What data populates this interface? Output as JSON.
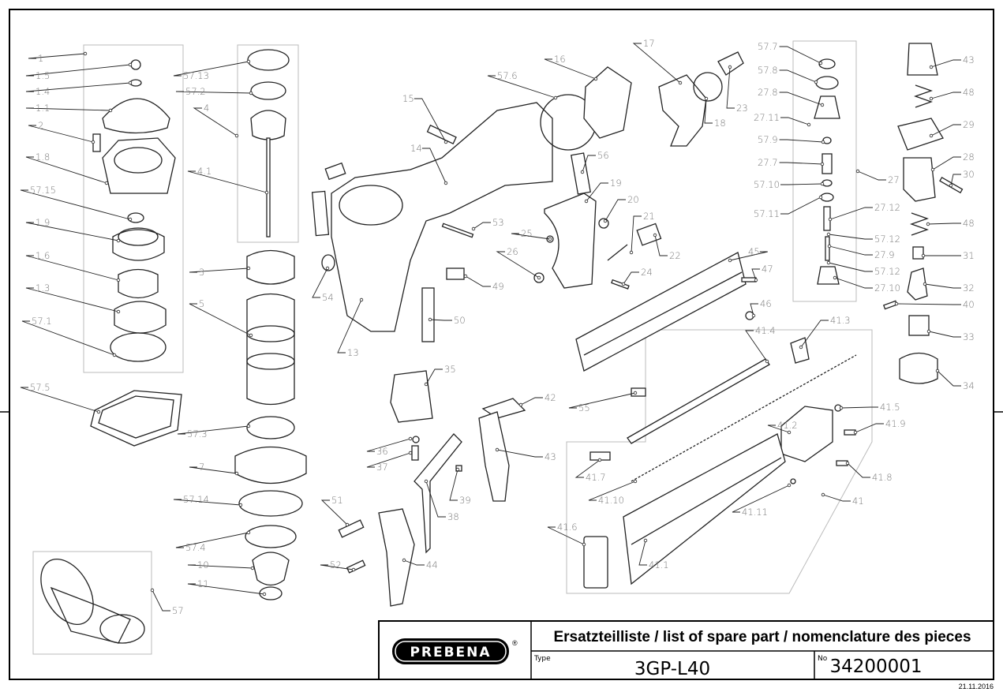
{
  "title_block": {
    "brand": "PREBENA",
    "registered_mark": "®",
    "heading": "Ersatzteilliste / list of spare part / nomenclature des pieces",
    "type_label": "Type",
    "type_value": "3GP-L40",
    "number_label": "No",
    "number_value": "34200001",
    "date": "21.11.2016"
  },
  "part_labels": [
    "1",
    "1.5",
    "1.4",
    "1.1",
    "2",
    "1.8",
    "57.15",
    "1.9",
    "1.6",
    "1.3",
    "57.1",
    "57.5",
    "57",
    "57.13",
    "57.2",
    "4",
    "4.1",
    "3",
    "5",
    "57.3",
    "7",
    "57.14",
    "57.4",
    "10",
    "11",
    "15",
    "14",
    "13",
    "54",
    "53",
    "49",
    "50",
    "35",
    "36",
    "37",
    "42",
    "43",
    "39",
    "38",
    "51",
    "44",
    "52",
    "57.6",
    "16",
    "17",
    "18",
    "23",
    "56",
    "19",
    "20",
    "21",
    "22",
    "25",
    "26",
    "24",
    "57.7",
    "57.8",
    "27.8",
    "27.11",
    "57.9",
    "27.7",
    "57.10",
    "57.11",
    "27",
    "27.12",
    "57.12",
    "27.9",
    "57.12",
    "27.10",
    "43",
    "48",
    "29",
    "28",
    "30",
    "48",
    "31",
    "32",
    "40",
    "33",
    "34",
    "45",
    "47",
    "46",
    "41.4",
    "41.3",
    "55",
    "41.5",
    "41.2",
    "41.9",
    "41.7",
    "41.10",
    "41.8",
    "41.11",
    "41",
    "41.6",
    "41.1"
  ]
}
